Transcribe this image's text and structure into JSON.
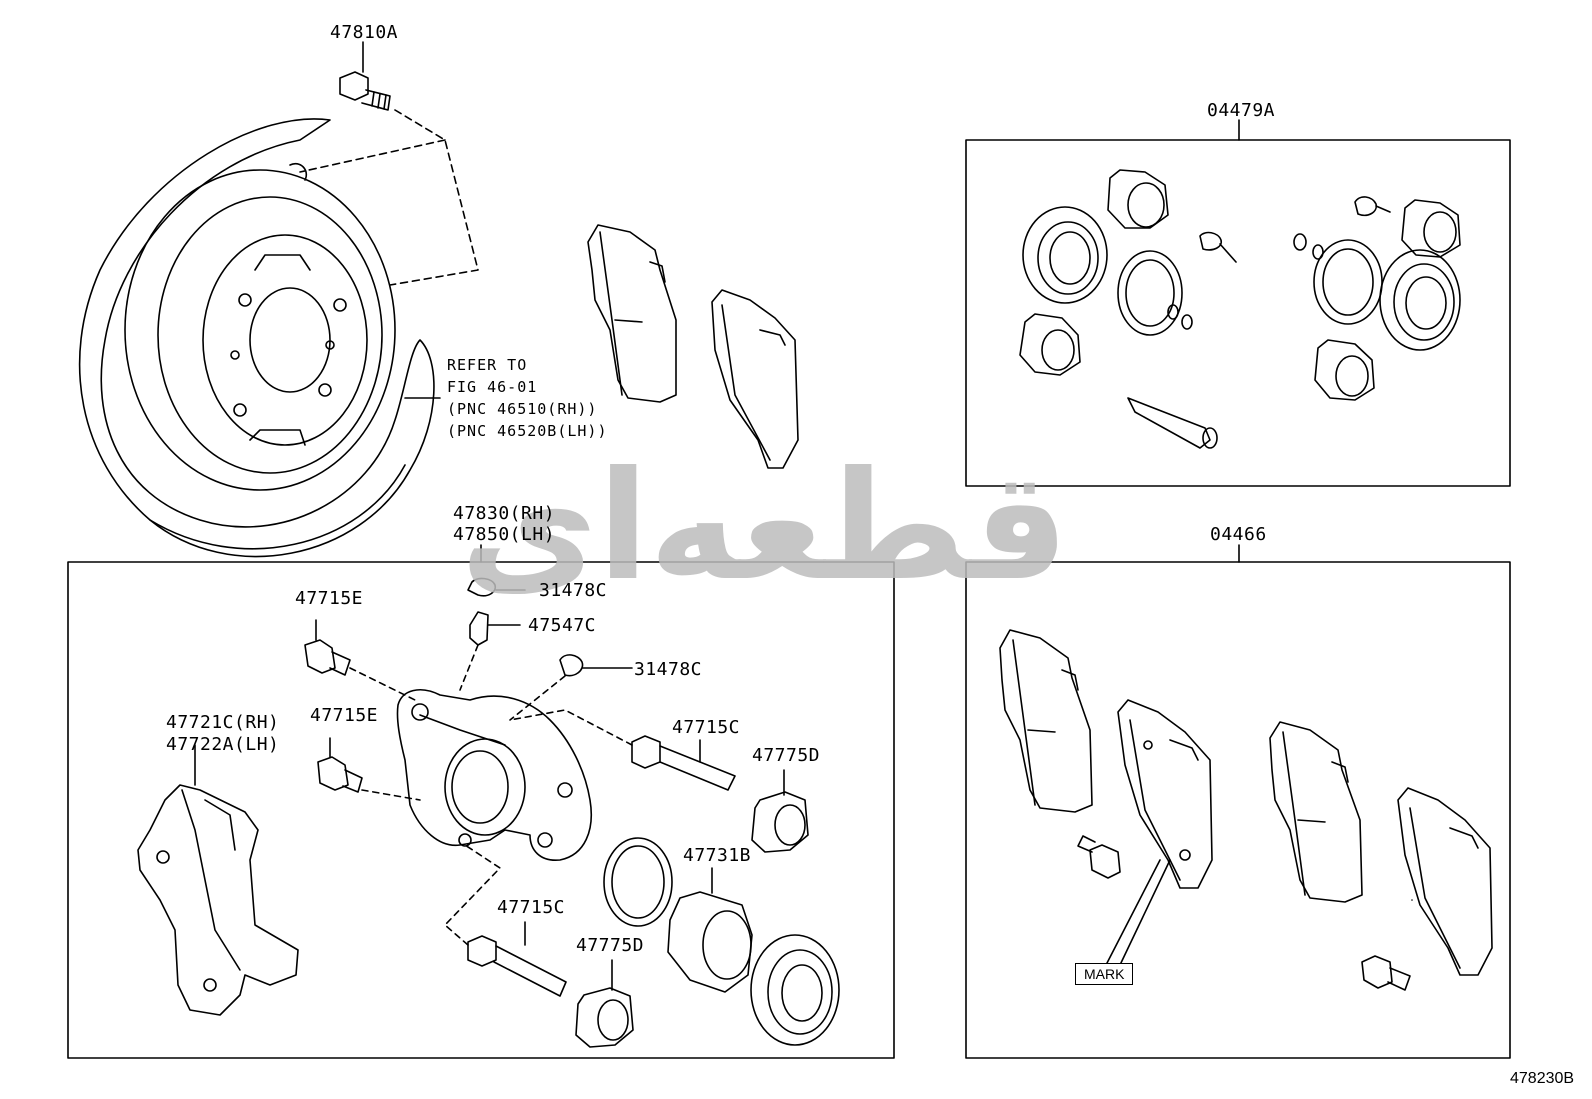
{
  "watermark": "قطعه‌ای",
  "figure_number": "478230B",
  "mark_label": "MARK",
  "refer_note": {
    "line1": "REFER TO",
    "line2": "FIG 46-01",
    "line3": "(PNC 46510(RH))",
    "line4": "(PNC 46520B(LH))"
  },
  "parts": {
    "p47810A": "47810A",
    "p04479A": "04479A",
    "p04466": "04466",
    "p47830": "47830(RH)",
    "p47850": "47850(LH)",
    "p31478C_a": "31478C",
    "p47547C": "47547C",
    "p31478C_b": "31478C",
    "p47715E_a": "47715E",
    "p47715E_b": "47715E",
    "p47721C": "47721C(RH)",
    "p47722A": "47722A(LH)",
    "p47715C_a": "47715C",
    "p47775D_a": "47775D",
    "p47731B": "47731B",
    "p47715C_b": "47715C",
    "p47775D_b": "47775D"
  }
}
